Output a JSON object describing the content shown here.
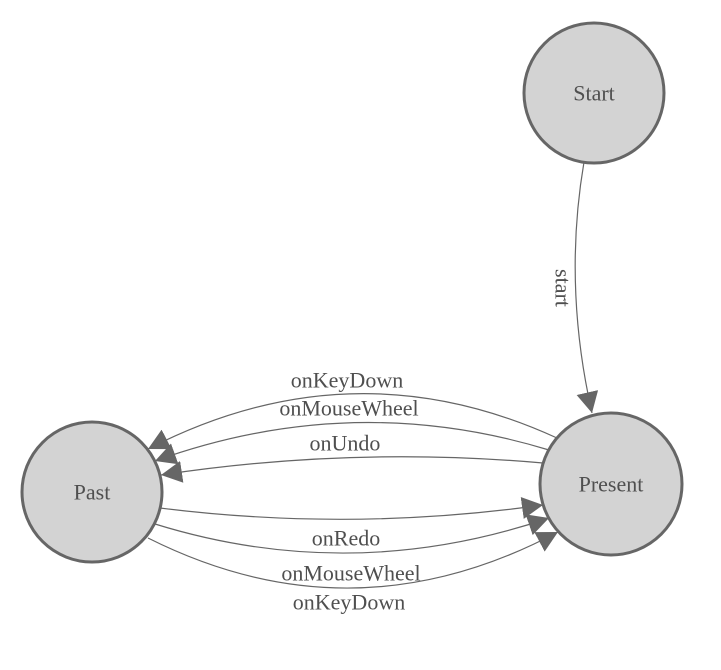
{
  "diagram": {
    "type": "state-machine",
    "background_color": "#ffffff",
    "node_fill_color": "#d3d3d3",
    "node_border_color": "#666666",
    "edge_line_color": "#666666",
    "arrowhead_color": "#666666",
    "label_text_color": "#4f4f4f",
    "nodes": [
      {
        "id": "start",
        "label": "Start"
      },
      {
        "id": "present",
        "label": "Present"
      },
      {
        "id": "past",
        "label": "Past"
      }
    ],
    "edges": [
      {
        "from": "Start",
        "to": "Present",
        "label": "start"
      },
      {
        "from": "Present",
        "to": "Past",
        "label": "onKeyDown"
      },
      {
        "from": "Present",
        "to": "Past",
        "label": "onMouseWheel"
      },
      {
        "from": "Present",
        "to": "Past",
        "label": "onUndo"
      },
      {
        "from": "Past",
        "to": "Present",
        "label": "onRedo"
      },
      {
        "from": "Past",
        "to": "Present",
        "label": "onMouseWheel"
      },
      {
        "from": "Past",
        "to": "Present",
        "label": "onKeyDown"
      }
    ]
  }
}
